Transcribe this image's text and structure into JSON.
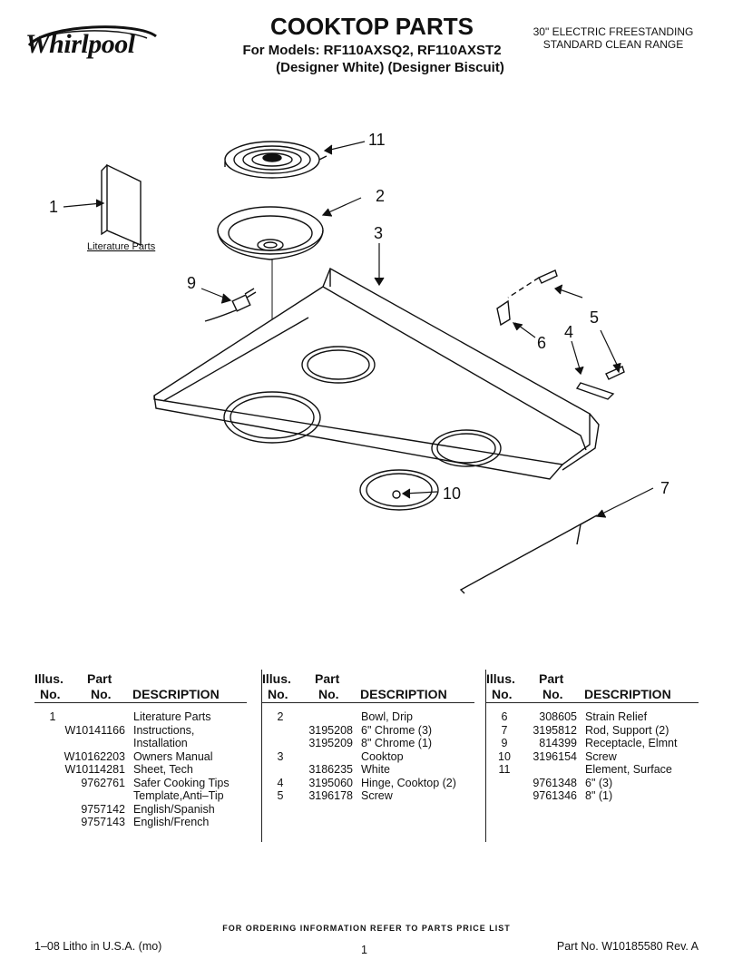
{
  "header": {
    "brand": "Whirlpool",
    "title": "COOKTOP PARTS",
    "models_line1": "For Models: RF110AXSQ2, RF110AXST2",
    "models_line2": "(Designer White) (Designer Biscuit)",
    "subtitle_line1": "30\" ELECTRIC FREESTANDING",
    "subtitle_line2": "STANDARD CLEAN RANGE"
  },
  "diagram": {
    "literature_label": "Literature Parts",
    "callouts": [
      "1",
      "2",
      "3",
      "4",
      "5",
      "6",
      "7",
      "9",
      "10",
      "11"
    ]
  },
  "table": {
    "headers": {
      "illus1": "Illus.",
      "illus2": "No.",
      "part1": "Part",
      "part2": "No.",
      "desc": "DESCRIPTION"
    },
    "columns": [
      [
        {
          "ill": "1",
          "part": "",
          "desc": "Literature Parts"
        },
        {
          "ill": "",
          "part": "W10141166",
          "desc": "Instructions,"
        },
        {
          "ill": "",
          "part": "",
          "desc": "Installation"
        },
        {
          "ill": "",
          "part": "W10162203",
          "desc": "Owners Manual"
        },
        {
          "ill": "",
          "part": "W10114281",
          "desc": "Sheet, Tech"
        },
        {
          "ill": "",
          "part": "9762761",
          "desc": "Safer Cooking Tips"
        },
        {
          "ill": "",
          "part": "",
          "desc": "Template,Anti–Tip"
        },
        {
          "ill": "",
          "part": "9757142",
          "desc": "English/Spanish"
        },
        {
          "ill": "",
          "part": "9757143",
          "desc": "English/French"
        }
      ],
      [
        {
          "ill": "2",
          "part": "",
          "desc": "Bowl, Drip"
        },
        {
          "ill": "",
          "part": "3195208",
          "desc": "6\" Chrome (3)"
        },
        {
          "ill": "",
          "part": "3195209",
          "desc": "8\" Chrome (1)"
        },
        {
          "ill": "3",
          "part": "",
          "desc": "Cooktop"
        },
        {
          "ill": "",
          "part": "3186235",
          "desc": "White"
        },
        {
          "ill": "4",
          "part": "3195060",
          "desc": "Hinge, Cooktop (2)"
        },
        {
          "ill": "5",
          "part": "3196178",
          "desc": "Screw"
        }
      ],
      [
        {
          "ill": "6",
          "part": "308605",
          "desc": "Strain Relief"
        },
        {
          "ill": "7",
          "part": "3195812",
          "desc": "Rod, Support (2)"
        },
        {
          "ill": "9",
          "part": "814399",
          "desc": "Receptacle, Elmnt"
        },
        {
          "ill": "10",
          "part": "3196154",
          "desc": "Screw"
        },
        {
          "ill": "11",
          "part": "",
          "desc": "Element, Surface"
        },
        {
          "ill": "",
          "part": "9761348",
          "desc": "6\" (3)"
        },
        {
          "ill": "",
          "part": "9761346",
          "desc": "8\" (1)"
        }
      ]
    ]
  },
  "footer": {
    "note": "FOR ORDERING INFORMATION REFER TO PARTS PRICE LIST",
    "litho": "1–08 Litho in U.S.A. (mo)",
    "page": "1",
    "part_no": "Part No. W10185580 Rev. A"
  }
}
